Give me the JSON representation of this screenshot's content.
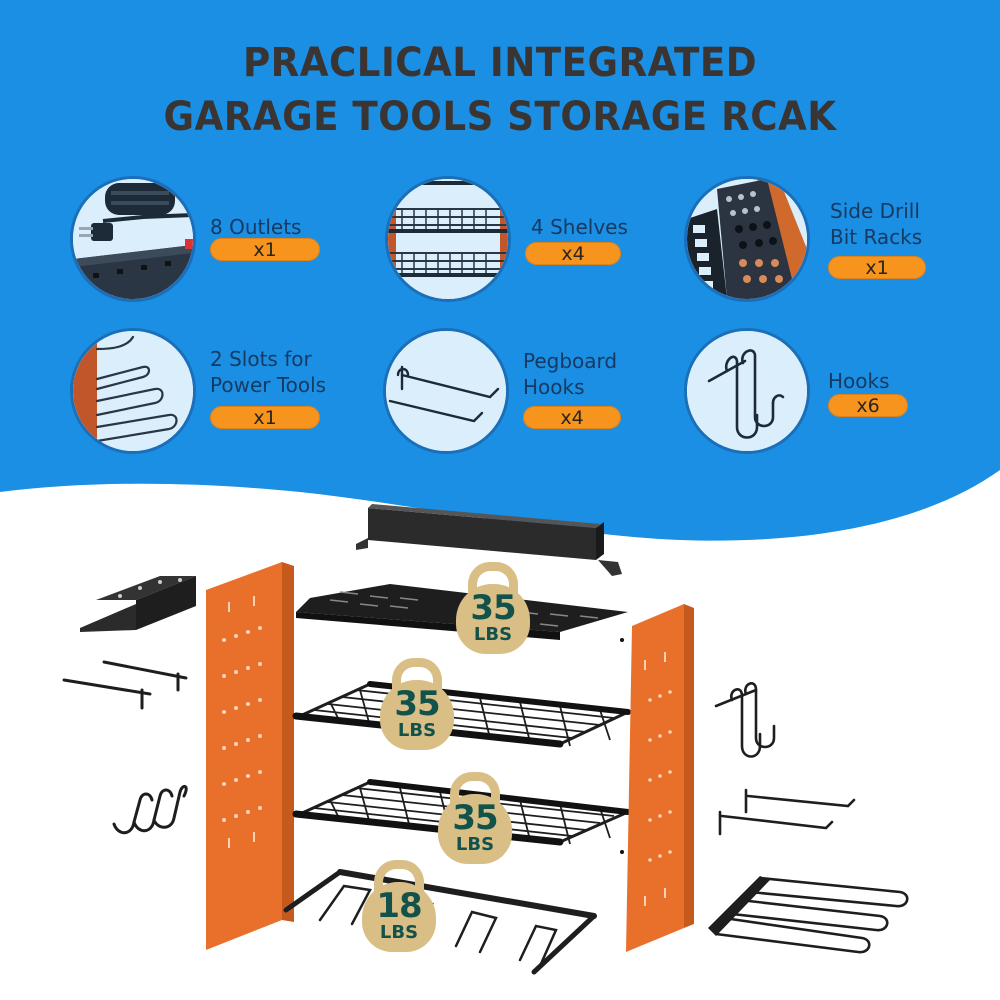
{
  "title": {
    "line1": "PRACLICAL INTEGRATED",
    "line2": "GARAGE TOOLS STORAGE RCAK"
  },
  "colors": {
    "background_blue": "#1a8fe3",
    "title_text": "#3a3533",
    "label_text": "#173a63",
    "pill_orange": "#f7941d",
    "panel_orange": "#e8702a",
    "badge_gold": "#d9bf86",
    "badge_text": "#13524b",
    "metal_black": "#1e1e1e"
  },
  "features": [
    {
      "icon": "power-strip-icon",
      "label_line1": "8 Outlets",
      "label_line2": "",
      "quantity": "x1"
    },
    {
      "icon": "wire-shelves-icon",
      "label_line1": "4 Shelves",
      "label_line2": "",
      "quantity": "x4"
    },
    {
      "icon": "drill-bit-rack-icon",
      "label_line1": "Side Drill",
      "label_line2": "Bit Racks",
      "quantity": "x1"
    },
    {
      "icon": "power-tool-slots-icon",
      "label_line1": "2 Slots for",
      "label_line2": "Power Tools",
      "quantity": "x1"
    },
    {
      "icon": "pegboard-hooks-icon",
      "label_line1": "Pegboard",
      "label_line2": "Hooks",
      "quantity": "x4"
    },
    {
      "icon": "s-hooks-icon",
      "label_line1": "Hooks",
      "label_line2": "",
      "quantity": "x6"
    }
  ],
  "load_badges": [
    {
      "component": "solid-shelf",
      "value": "35",
      "unit": "LBS"
    },
    {
      "component": "wire-shelf-1",
      "value": "35",
      "unit": "LBS"
    },
    {
      "component": "wire-shelf-2",
      "value": "35",
      "unit": "LBS"
    },
    {
      "component": "power-tool-rack",
      "value": "18",
      "unit": "LBS"
    }
  ]
}
